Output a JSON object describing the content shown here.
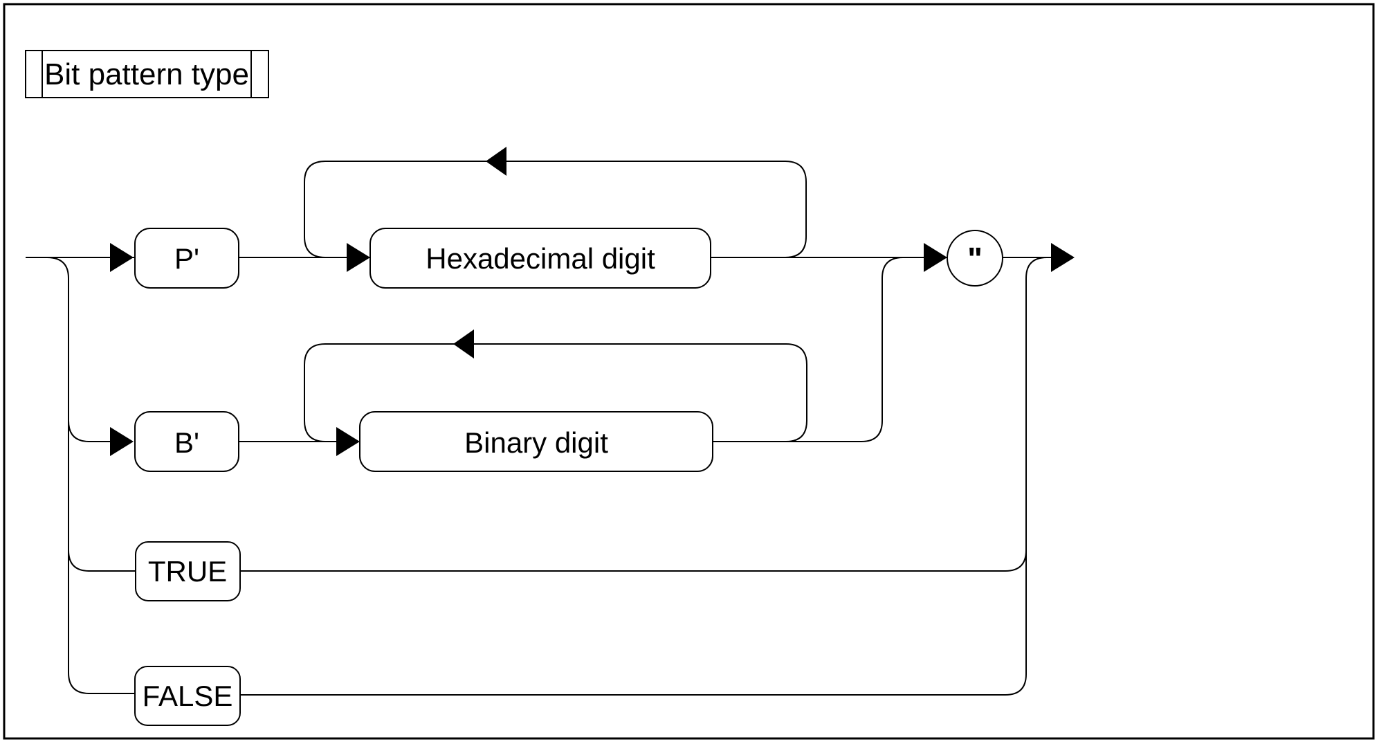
{
  "title_box": {
    "label": "Bit pattern type"
  },
  "diagram": {
    "type": "railroad-syntax-diagram",
    "nodes": {
      "p_prefix": "P'",
      "hex_digit": "Hexadecimal digit",
      "b_prefix": "B'",
      "binary_digit": "Binary digit",
      "true_literal": "TRUE",
      "false_literal": "FALSE",
      "quote": "\""
    },
    "structure": {
      "alternatives": [
        "P' then repeatable Hexadecimal digit then \"",
        "B' then repeatable Binary digit then \"",
        "TRUE",
        "FALSE"
      ]
    },
    "colors": {
      "line": "#000000",
      "fill": "#ffffff",
      "text": "#000000",
      "background": "#ffffff"
    }
  }
}
